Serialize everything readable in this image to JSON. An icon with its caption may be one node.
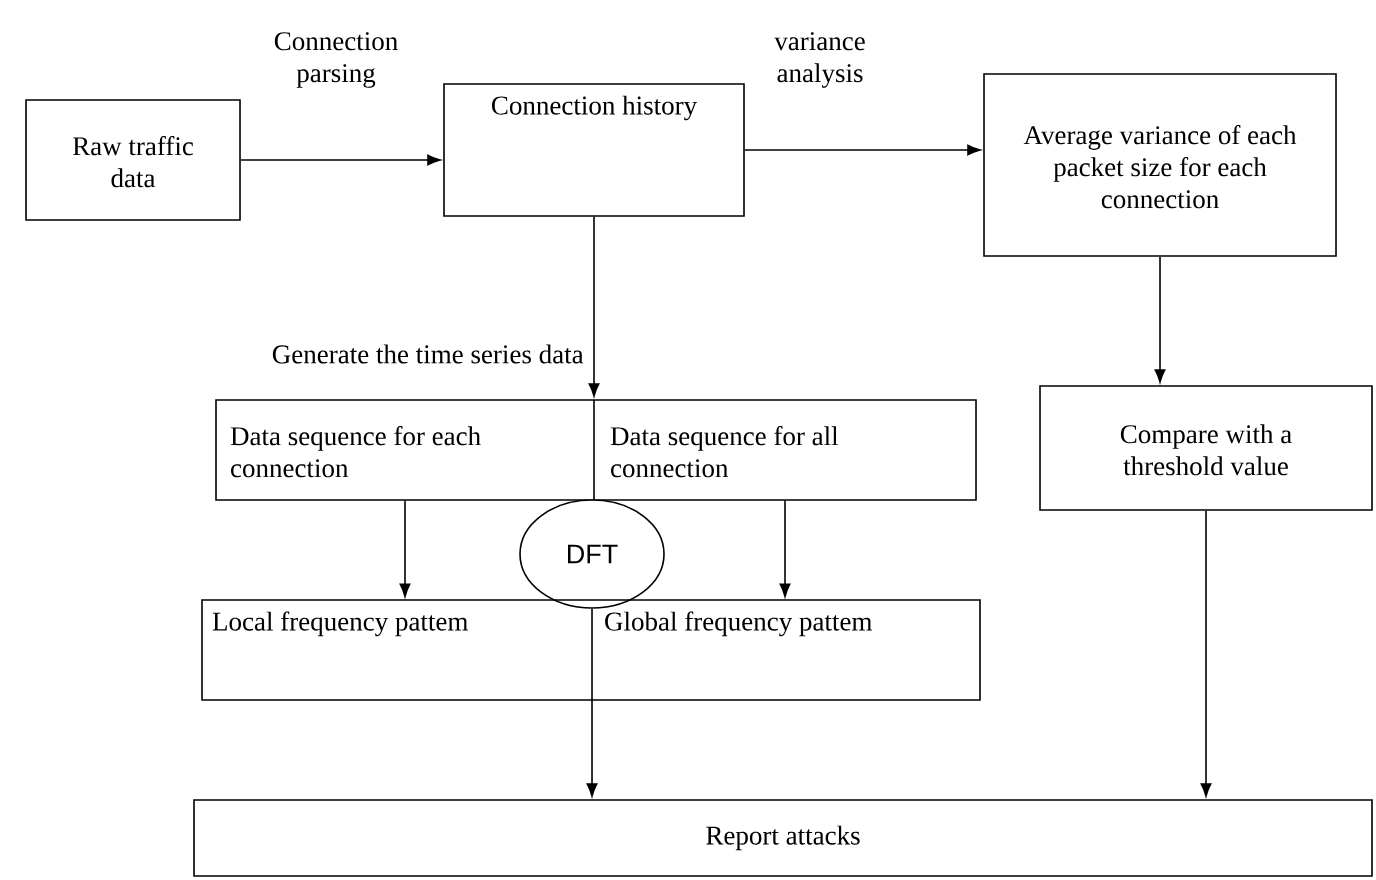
{
  "diagram": {
    "nodes": [
      {
        "text": [
          "Raw traffic data"
        ]
      },
      {
        "text": [
          "Connection history"
        ]
      },
      {
        "text": [
          "Average variance of each packet size for each connection"
        ]
      },
      {
        "text": [],
        "shape": "box"
      },
      {
        "text": [
          "Data sequence for each connection"
        ],
        "in": 3
      },
      {
        "text": [
          "Data sequence for all connection"
        ],
        "in": 3
      },
      {
        "text": [
          "DFT"
        ]
      },
      {
        "text": [],
        "shape": "box"
      },
      {
        "text": [
          "Local frequency pattem"
        ],
        "in": 7
      },
      {
        "text": [
          "Global frequency pattem"
        ],
        "in": 7
      },
      {
        "text": [
          "Compare with a threshold value"
        ]
      },
      {
        "text": [
          "Report attacks"
        ]
      }
    ],
    "edges": [
      {
        "from": 0,
        "to": 1,
        "arrow": "to",
        "label": "Connection parsing"
      },
      {
        "from": 1,
        "to": 2,
        "arrow": "to",
        "label": "variance analysis"
      },
      {
        "from": 1,
        "to": 3,
        "arrow": "to",
        "label": "Generate the time series data"
      },
      {
        "from": 2,
        "to": 10,
        "arrow": "to"
      },
      {
        "from": 4,
        "to": 8,
        "arrow": "to"
      },
      {
        "from": 5,
        "to": 9,
        "arrow": "to"
      },
      {
        "from": 6,
        "to": 11,
        "arrow": "to"
      },
      {
        "from": 10,
        "to": 11,
        "arrow": "to"
      }
    ]
  }
}
